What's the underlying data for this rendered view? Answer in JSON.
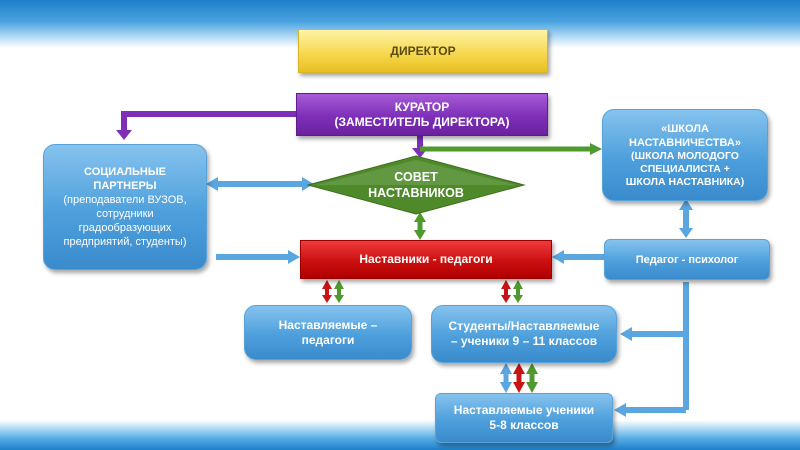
{
  "director": "ДИРЕКТОР",
  "curator": {
    "line1": "КУРАТОР",
    "line2": "(ЗАМЕСТИТЕЛЬ ДИРЕКТОРА)"
  },
  "council": {
    "line1": "СОВЕТ",
    "line2": "НАСТАВНИКОВ"
  },
  "partners": {
    "title1": "СОЦИАЛЬНЫЕ",
    "title2": "ПАРТНЕРЫ",
    "desc1": "(преподаватели ВУЗОВ,",
    "desc2": "сотрудники",
    "desc3": "градообразующих",
    "desc4": "предприятий, студенты)"
  },
  "school": {
    "line1": "«ШКОЛА",
    "line2": "НАСТАВНИЧЕСТВА»",
    "line3": "(ШКОЛА МОЛОДОГО",
    "line4": "СПЕЦИАЛИСТА +",
    "line5": "ШКОЛА НАСТАВНИКА)"
  },
  "mentors": "Наставники - педагоги",
  "psychologist": "Педагог - психолог",
  "mentees_teachers": {
    "line1": "Наставляемые –",
    "line2": "педагоги"
  },
  "students": {
    "line1": "Студенты/Наставляемые",
    "line2": "– ученики 9 – 11 классов"
  },
  "pupils": {
    "line1": "Наставляемые ученики",
    "line2": "5-8 классов"
  },
  "colors": {
    "director": "#f6d64a",
    "curator": "#7e2fb8",
    "council": "#4e8a2a",
    "mentors": "#cc0f0f",
    "blue_box": "#4d9fdc",
    "arrow_blue": "#5aa6e0",
    "arrow_green": "#4e9a2e",
    "arrow_red": "#c81414",
    "arrow_purple": "#7e2fb8"
  }
}
